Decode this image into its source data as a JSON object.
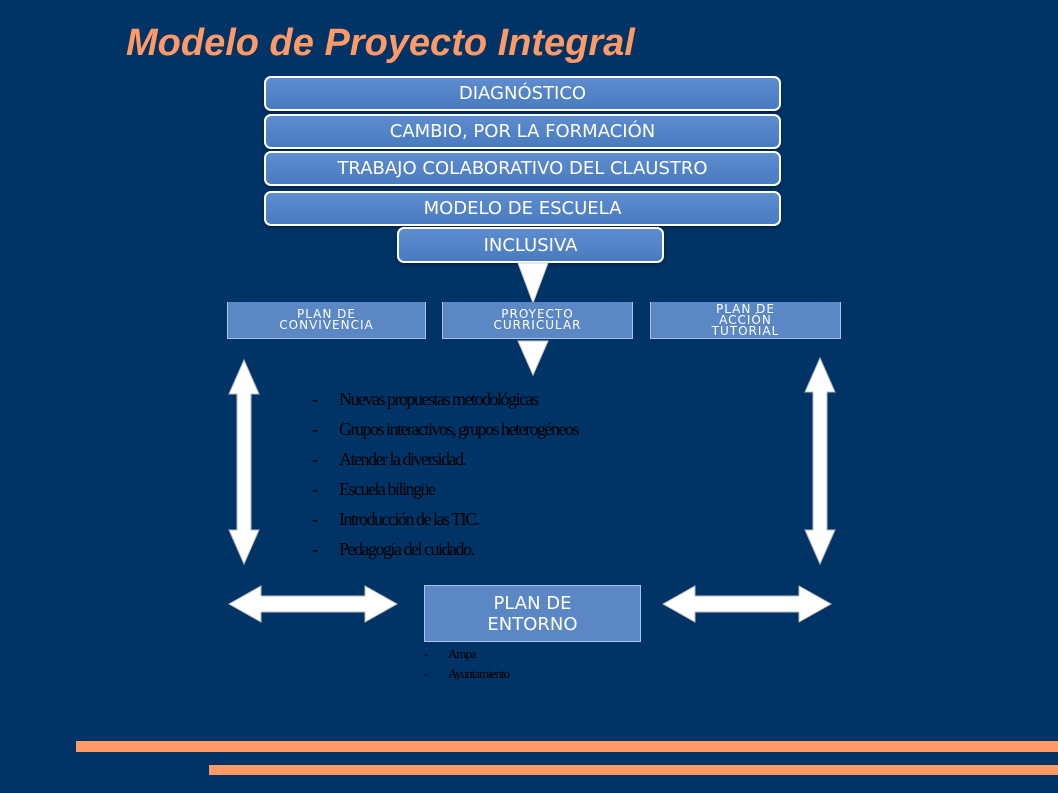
{
  "title": "Modelo de Proyecto Integral",
  "colors": {
    "background": "#003366",
    "title": "#ff9966",
    "box_fill": "#4a7bbf",
    "box_border": "#ffffff",
    "arrow_fill": "#ffffff",
    "list_text": "#000000",
    "accent_bar": "#ff9966"
  },
  "steps": [
    {
      "label": "DIAGNÓSTICO"
    },
    {
      "label": "CAMBIO, POR LA FORMACIÓN"
    },
    {
      "label": "TRABAJO COLABORATIVO DEL CLAUSTRO"
    },
    {
      "label": "MODELO DE ESCUELA"
    },
    {
      "label": "INCLUSIVA"
    }
  ],
  "plans": [
    {
      "line1": "PLAN DE",
      "line2": "CONVIVENCIA"
    },
    {
      "line1": "PROYECTO",
      "line2": "CURRICULAR"
    },
    {
      "line1": "PLAN DE",
      "line2": "ACCIÓN",
      "line3": "TUTORIAL"
    }
  ],
  "curricular_items": [
    "Nuevas propuestas metodológicas",
    "Grupos interactivos, grupos heterogéneos",
    "Atender la diversidad.",
    "Escuela bilingüe",
    "Introducción de las TIC.",
    "Pedagogía del cuidado."
  ],
  "entorno": {
    "line1": "PLAN DE",
    "line2": "ENTORNO",
    "items": [
      "Ampa",
      "Ayuntamiento"
    ]
  }
}
